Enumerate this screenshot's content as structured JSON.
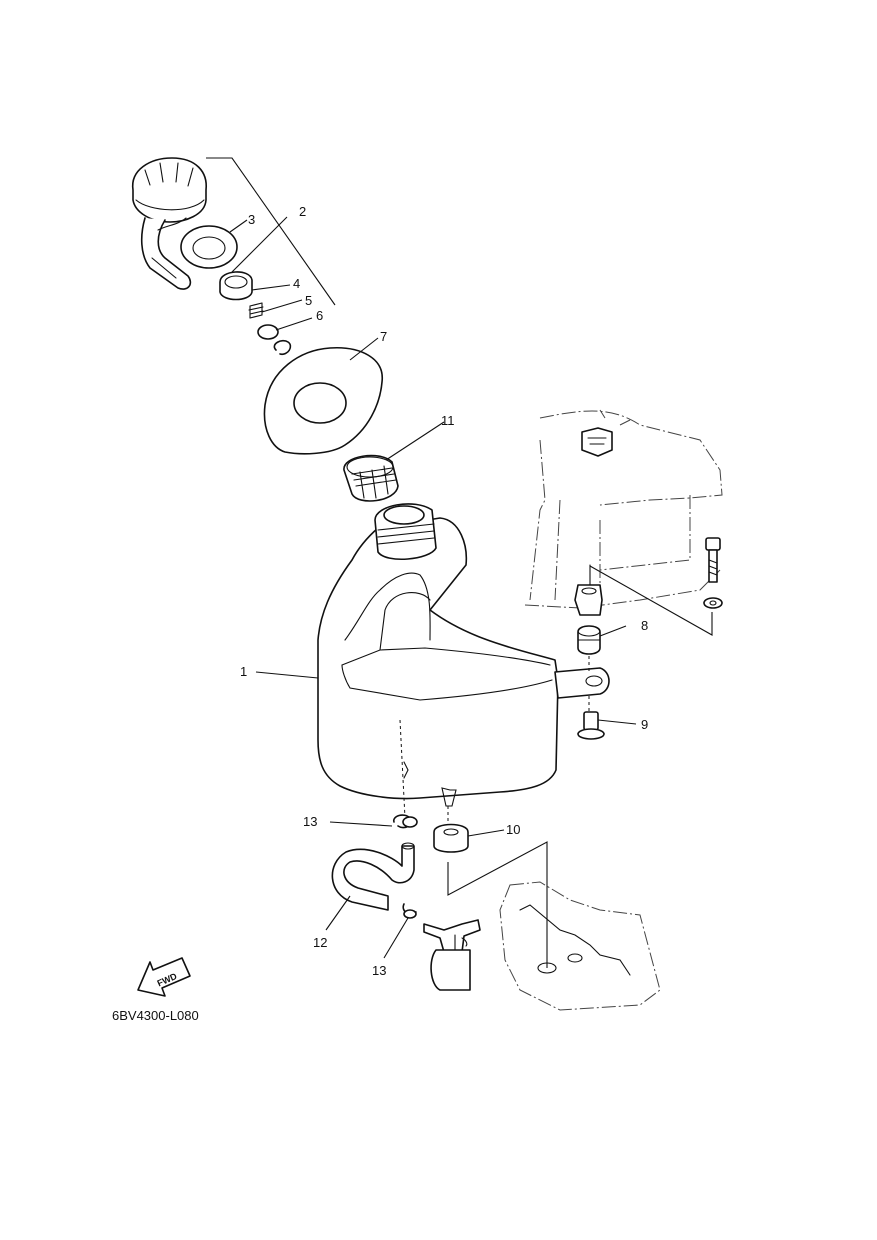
{
  "diagram": {
    "drawing_code": "6BV4300-L080",
    "direction_arrow": "FWD",
    "callouts": [
      "1",
      "2",
      "3",
      "4",
      "5",
      "6",
      "7",
      "8",
      "9",
      "10",
      "11",
      "12",
      "13",
      "13"
    ]
  }
}
